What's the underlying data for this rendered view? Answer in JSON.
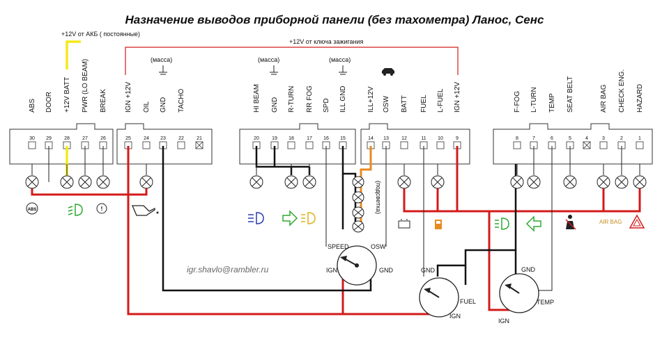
{
  "title": "Назначение выводов приборной панели (без тахометра) Ланос, Сенс",
  "labels": {
    "batt_supply": "+12V от АКБ ( постоянные)",
    "ign_supply": "+12V от ключа зажигания",
    "mass": "(масса)",
    "illumination": "(подсветка)",
    "email": "igr.shavlo@rambler.ru",
    "speed": "SPEED",
    "osw": "OSW",
    "ign": "IGN",
    "gnd": "GND",
    "fuel": "FUEL",
    "temp": "TEMP",
    "airbag_icon": "AIR BAG"
  },
  "connector_left": {
    "pins_a": [
      {
        "pin": "30",
        "label": "ABS"
      },
      {
        "pin": "29",
        "label": "DOOR"
      },
      {
        "pin": "28",
        "label": "+12V BATT"
      },
      {
        "pin": "27",
        "label": "PWR (LO BEAM)"
      },
      {
        "pin": "26",
        "label": "BREAK"
      }
    ],
    "pins_b": [
      {
        "pin": "25",
        "label": "IGN +12V"
      },
      {
        "pin": "24",
        "label": "OIL"
      },
      {
        "pin": "23",
        "label": "GND"
      },
      {
        "pin": "22",
        "label": "TACHO"
      },
      {
        "pin": "21",
        "label": ""
      }
    ]
  },
  "connector_middle": {
    "pins_a": [
      {
        "pin": "20",
        "label": "HI BEAM"
      },
      {
        "pin": "19",
        "label": "GND"
      },
      {
        "pin": "18",
        "label": "R-TURN"
      },
      {
        "pin": "17",
        "label": "RR FOG"
      },
      {
        "pin": "16",
        "label": "SPD"
      },
      {
        "pin": "15",
        "label": "ILL GND"
      }
    ],
    "pins_b": [
      {
        "pin": "14",
        "label": "ILL+12V"
      },
      {
        "pin": "13",
        "label": "OSW"
      },
      {
        "pin": "12",
        "label": "BATT"
      },
      {
        "pin": "11",
        "label": "FUEL"
      },
      {
        "pin": "10",
        "label": "L-FUEL"
      },
      {
        "pin": "9",
        "label": "IGN +12V"
      }
    ]
  },
  "connector_right": {
    "pins": [
      {
        "pin": "8",
        "label": "F-FOG"
      },
      {
        "pin": "7",
        "label": "L-TURN"
      },
      {
        "pin": "6",
        "label": "TEMP"
      },
      {
        "pin": "5",
        "label": "SEAT BELT"
      },
      {
        "pin": "4",
        "label": ""
      },
      {
        "pin": "3",
        "label": "AIR BAG"
      },
      {
        "pin": "2",
        "label": "CHECK ENG."
      },
      {
        "pin": "1",
        "label": "HAZARD"
      }
    ]
  },
  "icons": [
    "abs-icon",
    "lo-beam-icon",
    "brake-icon",
    "oil-can-icon",
    "hi-beam-icon",
    "turn-arrow-icon",
    "fog-icon",
    "battery-icon",
    "fuel-pump-icon",
    "front-fog-icon",
    "left-arrow-icon",
    "seat-belt-icon",
    "hazard-icon"
  ],
  "colors": {
    "ignition_wire": "#d31a1a",
    "ground_wire": "#111111",
    "battery_wire": "#f2ea1a",
    "illumination_wire": "#e88a1f",
    "tacho_label": "#2a3bb3",
    "green_icon": "#2ea832",
    "airbag_text": "#c78a1c"
  }
}
